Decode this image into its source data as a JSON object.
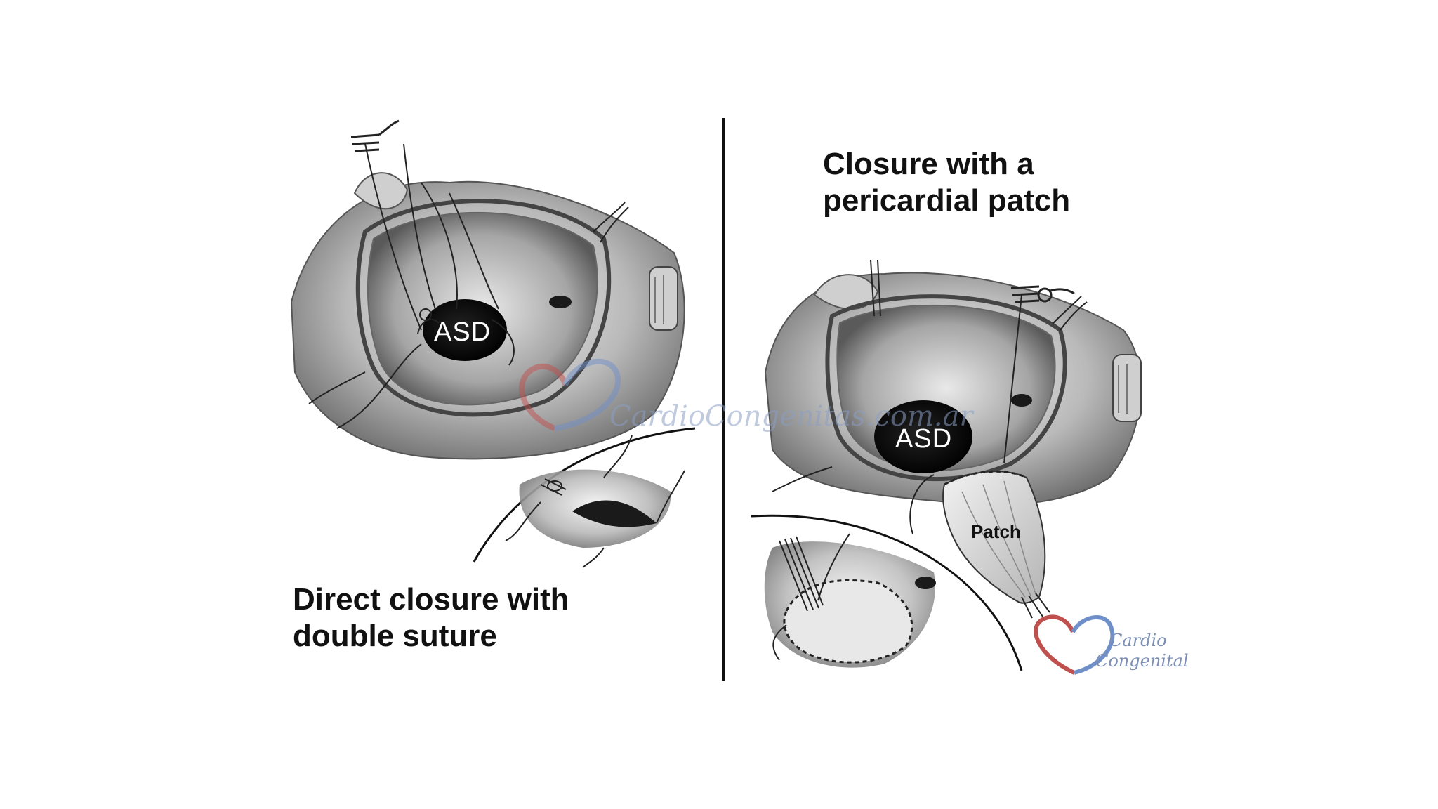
{
  "left_panel": {
    "caption_line1": "Direct closure with",
    "caption_line2": "double suture",
    "defect_label": "ASD"
  },
  "right_panel": {
    "caption_line1": "Closure with a",
    "caption_line2": "pericardial patch",
    "defect_label": "ASD",
    "patch_label": "Patch"
  },
  "watermark": {
    "text": "CardioCongenitas.com.ar",
    "brand_line1": "Cardio",
    "brand_line2": "Congenital"
  },
  "colors": {
    "heart_red": "#c0504d",
    "heart_blue": "#6f8fc8"
  }
}
